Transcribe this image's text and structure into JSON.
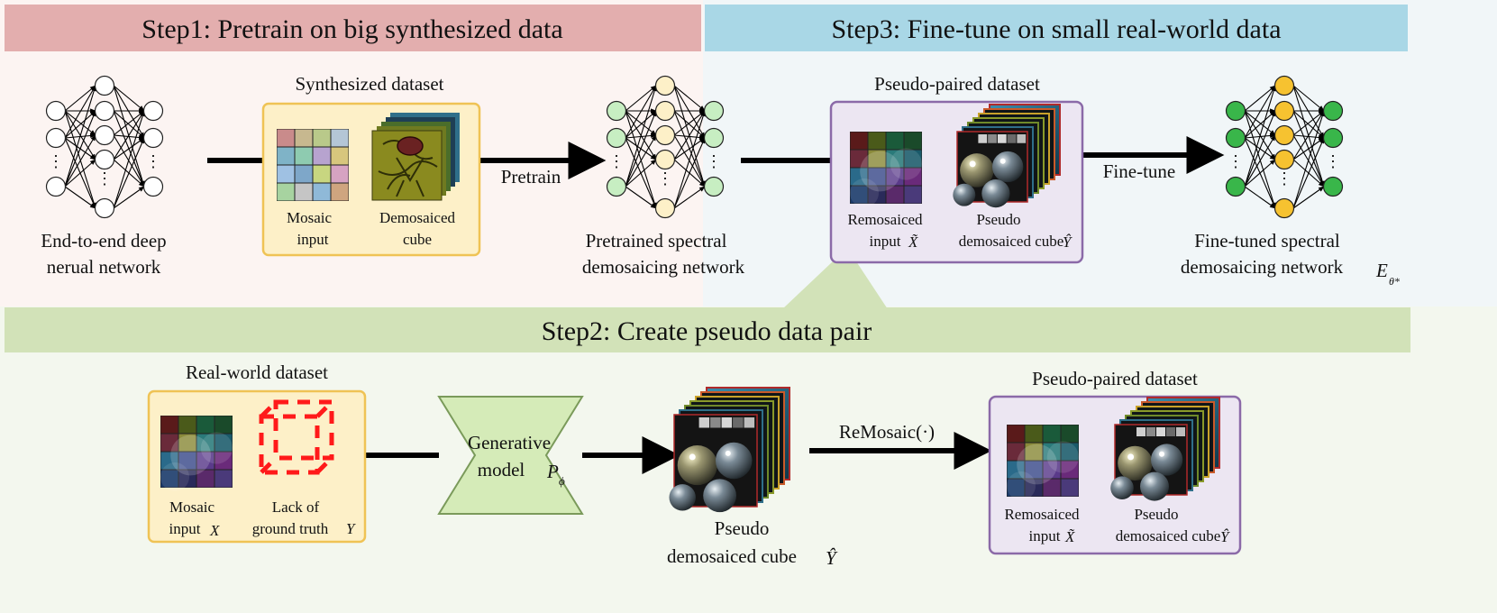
{
  "step1": {
    "title": "Step1: Pretrain on big synthesized data",
    "color": "#e3aeae",
    "bg": "#fcf4f2"
  },
  "step3": {
    "title": "Step3: Fine-tune on small real-world data",
    "color": "#a9d7e6",
    "bg": "#f1f6f8"
  },
  "step2": {
    "title": "Step2: Create pseudo data pair",
    "color": "#d2e2b8",
    "bg": "#f3f7ee"
  },
  "nets": {
    "e2e": {
      "line1": "End-to-end deep",
      "line2": "nerual network",
      "fill": "#ffffff"
    },
    "pretrained": {
      "line1": "Pretrained spectral",
      "line2": "demosaicing network",
      "fill_outer": "#c7eec2",
      "fill_mid": "#fdf0c8"
    },
    "finetuned": {
      "line1": "Fine-tuned spectral",
      "line2": "demosaicing network",
      "symbol": "E",
      "symbol_sub": "θ*",
      "fill_outer": "#39b64a",
      "fill_mid": "#f6c230"
    },
    "ellipsis": "⋮"
  },
  "synth": {
    "title": "Synthesized dataset",
    "mosaic": [
      "Mosaic",
      "input"
    ],
    "cube": [
      "Demosaiced",
      "cube"
    ],
    "box_fill": "#fdf0c8",
    "box_stroke": "#efc355"
  },
  "pseudo_top": {
    "title": "Pseudo-paired dataset",
    "remosaiced": [
      "Remosaiced",
      "input"
    ],
    "x_tilde": "X̃",
    "pseudo": [
      "Pseudo",
      "demosaiced cube"
    ],
    "y_hat": "Ŷ",
    "box_fill": "#ece6f2",
    "box_stroke": "#8b6aa8"
  },
  "arrows": {
    "pretrain": "Pretrain",
    "finetune": "Fine-tune",
    "remosaic": "ReMosaic(·)"
  },
  "realworld": {
    "title": "Real-world dataset",
    "mosaic": [
      "Mosaic",
      "input"
    ],
    "x": "X",
    "lack": [
      "Lack of",
      "ground truth"
    ],
    "y": "Y",
    "box_fill": "#fdf0c8",
    "box_stroke": "#efc355"
  },
  "generative": {
    "line1": "Generative",
    "line2": "model",
    "symbol": "P",
    "symbol_sub": "ϕ",
    "fill": "#d5ebb8",
    "stroke": "#7a9a5a"
  },
  "pseudo_cube": {
    "line1": "Pseudo",
    "line2": "demosaiced cube",
    "y_hat": "Ŷ"
  },
  "pseudo_bottom": {
    "title": "Pseudo-paired dataset",
    "remosaiced": [
      "Remosaiced",
      "input"
    ],
    "x_tilde": "X̃",
    "pseudo": [
      "Pseudo",
      "demosaiced cube"
    ],
    "y_hat": "Ŷ",
    "box_fill": "#ece6f2",
    "box_stroke": "#8b6aa8"
  }
}
